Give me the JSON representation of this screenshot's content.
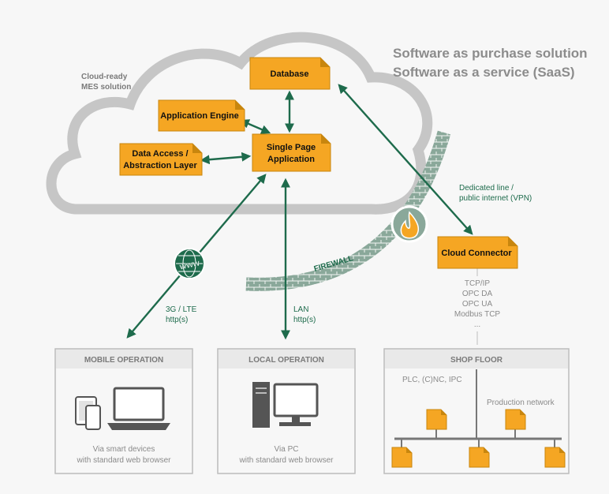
{
  "title": {
    "line1": "Software as purchase solution",
    "line2": "Software as a service (SaaS)"
  },
  "cloud": {
    "label_line1": "Cloud-ready",
    "label_line2": "MES solution"
  },
  "boxes": {
    "database": "Database",
    "application_engine": "Application Engine",
    "spa_line1": "Single Page",
    "spa_line2": "Application",
    "data_access_line1": "Data Access /",
    "data_access_line2": "Abstraction Layer",
    "cloud_connector": "Cloud Connector"
  },
  "firewall": {
    "label": "FIREWALL"
  },
  "connections": {
    "vpn_line1": "Dedicated line /",
    "vpn_line2": "public internet (VPN)",
    "www": "www",
    "mobile_line1": "3G / LTE",
    "mobile_line2": "http(s)",
    "lan_line1": "LAN",
    "lan_line2": "http(s)",
    "protocols": [
      "TCP/IP",
      "OPC DA",
      "OPC UA",
      "Modbus TCP",
      "..."
    ]
  },
  "panels": {
    "mobile": {
      "title": "MOBILE OPERATION",
      "caption_line1": "Via smart devices",
      "caption_line2": "with standard web browser"
    },
    "local": {
      "title": "LOCAL OPERATION",
      "caption_line1": "Via PC",
      "caption_line2": "with standard web browser"
    },
    "shop": {
      "title": "SHOP FLOOR",
      "plc_label": "PLC, (C)NC, IPC",
      "network_label": "Production network"
    }
  },
  "colors": {
    "accent_orange": "#f5a623",
    "arrow_green": "#1e6b4c",
    "firewall_green": "#8aa89a",
    "cloud_gray": "#c6c6c6"
  }
}
